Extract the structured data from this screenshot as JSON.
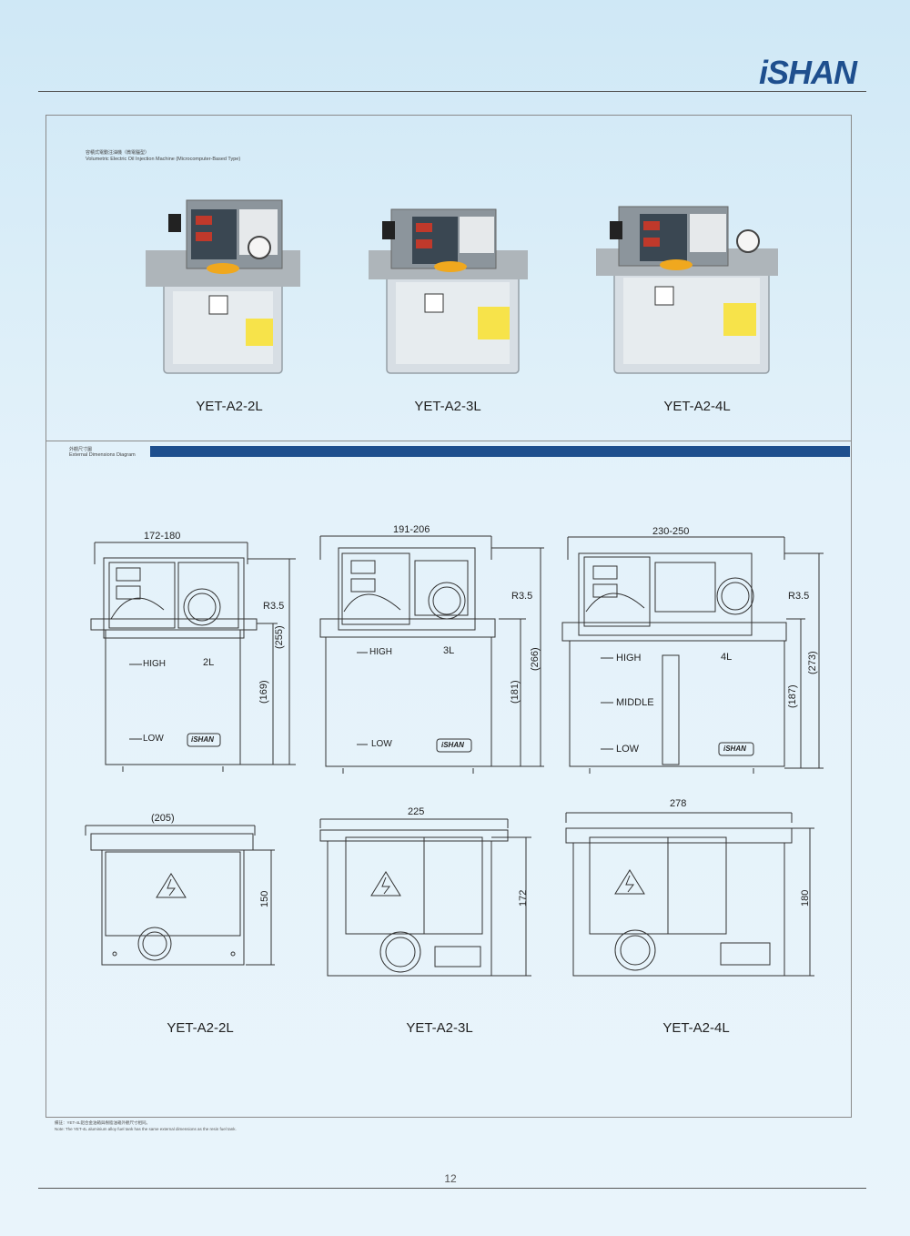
{
  "brand": {
    "logo_text": "iSHAN"
  },
  "section1": {
    "title_cn": "容積式電動注油機（微電腦型）",
    "title_en": "Volumetric Electric Oil Injection Machine (Microcomputer-Based Type)"
  },
  "section2": {
    "title_cn": "外觀尺寸圖",
    "title_en": "External Dimensions Diagram"
  },
  "products": [
    {
      "model": "YET-A2-2L"
    },
    {
      "model": "YET-A2-3L"
    },
    {
      "model": "YET-A2-4L"
    }
  ],
  "front_views": [
    {
      "width_dim": "172-180",
      "total_height": "(255)",
      "tank_height": "(169)",
      "radius": "R3.5",
      "capacity": "2L",
      "levels": [
        "HIGH",
        "LOW"
      ]
    },
    {
      "width_dim": "191-206",
      "total_height": "(266)",
      "tank_height": "(181)",
      "radius": "R3.5",
      "capacity": "3L",
      "levels": [
        "HIGH",
        "LOW"
      ]
    },
    {
      "width_dim": "230-250",
      "total_height": "(273)",
      "tank_height": "(187)",
      "radius": "R3.5",
      "capacity": "4L",
      "levels": [
        "HIGH",
        "MIDDLE",
        "LOW"
      ]
    }
  ],
  "top_views": [
    {
      "width_dim": "(205)",
      "depth_dim": "150",
      "model": "YET-A2-2L"
    },
    {
      "width_dim": "225",
      "depth_dim": "172",
      "model": "YET-A2-3L"
    },
    {
      "width_dim": "278",
      "depth_dim": "180",
      "model": "YET-A2-4L"
    }
  ],
  "drawing_logo": "iSHAN",
  "note_cn": "備註：YET-4L鋁合金油箱與樹脂油箱外觀尺寸相同。",
  "note_en": "Note: The YET-4L aluminium alloy fuel tank has the same external dimensions as the resin fuel tank.",
  "page_number": "12",
  "colors": {
    "accent_bar": "#1e4f8e",
    "logo": "#1e4f8e",
    "background": "#dcedf8"
  }
}
